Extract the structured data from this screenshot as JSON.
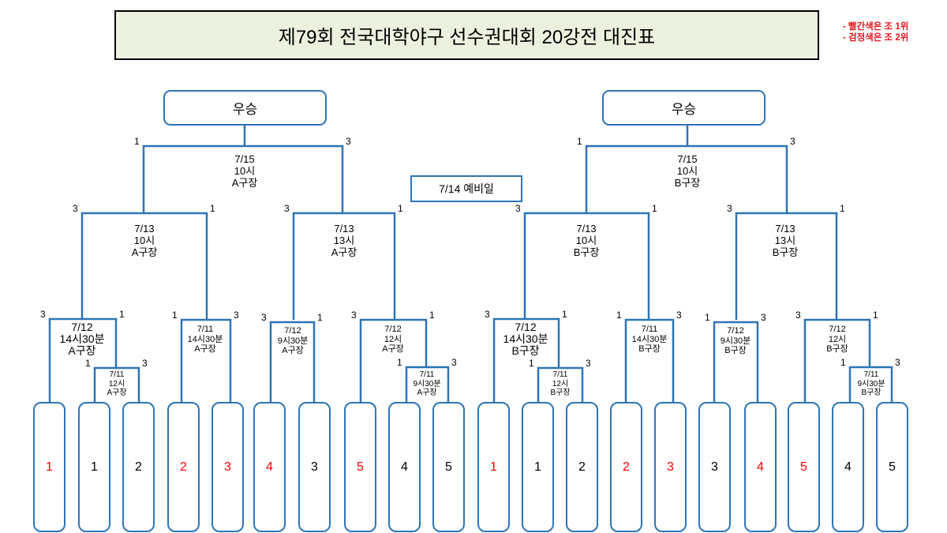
{
  "title": "제79회 전국대학야구 선수권대회 20강전 대진표",
  "legend": [
    "- 빨간색은 조 1위",
    "- 검정색은 조 2위"
  ],
  "reserve_day": "7/14  예비일",
  "champion_label": "우승",
  "colors": {
    "line": "#2e75b6",
    "rank1": "#ff0000",
    "rank2": "#000000",
    "title_bg": "#ebf1de"
  },
  "teams": [
    {
      "label": "1",
      "color": "red"
    },
    {
      "label": "1",
      "color": "black"
    },
    {
      "label": "2",
      "color": "black"
    },
    {
      "label": "2",
      "color": "red"
    },
    {
      "label": "3",
      "color": "red"
    },
    {
      "label": "4",
      "color": "red"
    },
    {
      "label": "3",
      "color": "black"
    },
    {
      "label": "5",
      "color": "red"
    },
    {
      "label": "4",
      "color": "black"
    },
    {
      "label": "5",
      "color": "black"
    },
    {
      "label": "1",
      "color": "red"
    },
    {
      "label": "1",
      "color": "black"
    },
    {
      "label": "2",
      "color": "black"
    },
    {
      "label": "2",
      "color": "red"
    },
    {
      "label": "3",
      "color": "red"
    },
    {
      "label": "3",
      "color": "black"
    },
    {
      "label": "4",
      "color": "red"
    },
    {
      "label": "5",
      "color": "red"
    },
    {
      "label": "4",
      "color": "black"
    },
    {
      "label": "5",
      "color": "black"
    }
  ],
  "matches": [
    {
      "id": "L-fin",
      "lines": [
        "7/15",
        "10시",
        "A구장"
      ],
      "left_score": "1",
      "right_score": "3"
    },
    {
      "id": "L-sf1",
      "lines": [
        "7/13",
        "10시",
        "A구장"
      ],
      "left_score": "3",
      "right_score": "1"
    },
    {
      "id": "L-sf2",
      "lines": [
        "7/13",
        "13시",
        "A구장"
      ],
      "left_score": "3",
      "right_score": "1"
    },
    {
      "id": "L-qf1",
      "lines": [
        "7/12",
        "14시30분",
        "A구장"
      ],
      "left_score": "3",
      "right_score": "1"
    },
    {
      "id": "L-r1a",
      "lines": [
        "7/11",
        "12시",
        "A구장"
      ],
      "left_score": "1",
      "right_score": "3"
    },
    {
      "id": "L-r1b",
      "lines": [
        "7/11",
        "14시30분",
        "A구장"
      ],
      "left_score": "1",
      "right_score": "3"
    },
    {
      "id": "L-r1c",
      "lines": [
        "7/12",
        "9시30분",
        "A구장"
      ],
      "left_score": "3",
      "right_score": "1"
    },
    {
      "id": "L-qf2",
      "lines": [
        "7/12",
        "12시",
        "A구장"
      ],
      "left_score": "3",
      "right_score": "1"
    },
    {
      "id": "L-r1d",
      "lines": [
        "7/11",
        "9시30분",
        "A구장"
      ],
      "left_score": "1",
      "right_score": "3"
    },
    {
      "id": "R-fin",
      "lines": [
        "7/15",
        "10시",
        "B구장"
      ],
      "left_score": "1",
      "right_score": "3"
    },
    {
      "id": "R-sf1",
      "lines": [
        "7/13",
        "10시",
        "B구장"
      ],
      "left_score": "3",
      "right_score": "1"
    },
    {
      "id": "R-sf2",
      "lines": [
        "7/13",
        "13시",
        "B구장"
      ],
      "left_score": "3",
      "right_score": "1"
    },
    {
      "id": "R-qf1",
      "lines": [
        "7/12",
        "14시30분",
        "B구장"
      ],
      "left_score": "3",
      "right_score": "1"
    },
    {
      "id": "R-r1a",
      "lines": [
        "7/11",
        "12시",
        "B구장"
      ],
      "left_score": "1",
      "right_score": "3"
    },
    {
      "id": "R-r1b",
      "lines": [
        "7/11",
        "14시30분",
        "B구장"
      ],
      "left_score": "1",
      "right_score": "3"
    },
    {
      "id": "R-r1c",
      "lines": [
        "7/12",
        "9시30분",
        "B구장"
      ],
      "left_score": "1",
      "right_score": "3"
    },
    {
      "id": "R-qf2",
      "lines": [
        "7/12",
        "12시",
        "B구장"
      ],
      "left_score": "3",
      "right_score": "1"
    },
    {
      "id": "R-r1d",
      "lines": [
        "7/11",
        "9시30분",
        "B구장"
      ],
      "left_score": "1",
      "right_score": "3"
    }
  ]
}
